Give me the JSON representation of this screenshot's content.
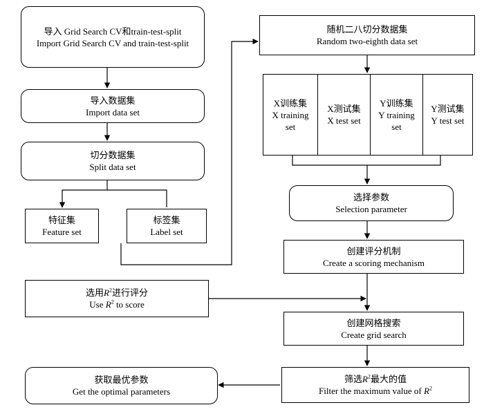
{
  "nodes": {
    "import_gs": {
      "zh": "导入 Grid Search CV和train-test-split",
      "en": "Import Grid Search CV and train-test-split"
    },
    "import_data": {
      "zh": "导入数据集",
      "en": "Import data set"
    },
    "split_data": {
      "zh": "切分数据集",
      "en": "Split data set"
    },
    "feature_set": {
      "zh": "特征集",
      "en": "Feature set"
    },
    "label_set": {
      "zh": "标签集",
      "en": "Label set"
    },
    "random_split": {
      "zh": "随机二八切分数据集",
      "en": "Random two-eighth data set"
    },
    "sets": [
      {
        "zh": "X训练集",
        "en1": "X training",
        "en2": "set"
      },
      {
        "zh": "X测试集",
        "en1": "X test set",
        "en2": ""
      },
      {
        "zh": "Y训练集",
        "en1": "Y training",
        "en2": "set"
      },
      {
        "zh": "Y测试集",
        "en1": "Y test set",
        "en2": ""
      }
    ],
    "select_param": {
      "zh": "选择参数",
      "en": "Selection parameter"
    },
    "scoring": {
      "zh": "创建评分机制",
      "en": "Create a scoring mechanism"
    },
    "use_r2": {
      "zh_pre": "选用",
      "zh_var": "R",
      "zh_sup": "2",
      "zh_post": "进行评分",
      "en_pre": "Use ",
      "en_var": "R",
      "en_sup": "2",
      "en_post": " to score"
    },
    "grid_search": {
      "zh": "创建网格搜索",
      "en": "Create grid search"
    },
    "filter_max": {
      "zh_pre": "筛选",
      "zh_var": "R",
      "zh_sup": "2",
      "zh_post": "最大的值",
      "en_pre": "Filter the maximum value of ",
      "en_var": "R",
      "en_sup": "2",
      "en_post": ""
    },
    "optimal": {
      "zh": "获取最优参数",
      "en": "Get the optimal parameters"
    }
  }
}
